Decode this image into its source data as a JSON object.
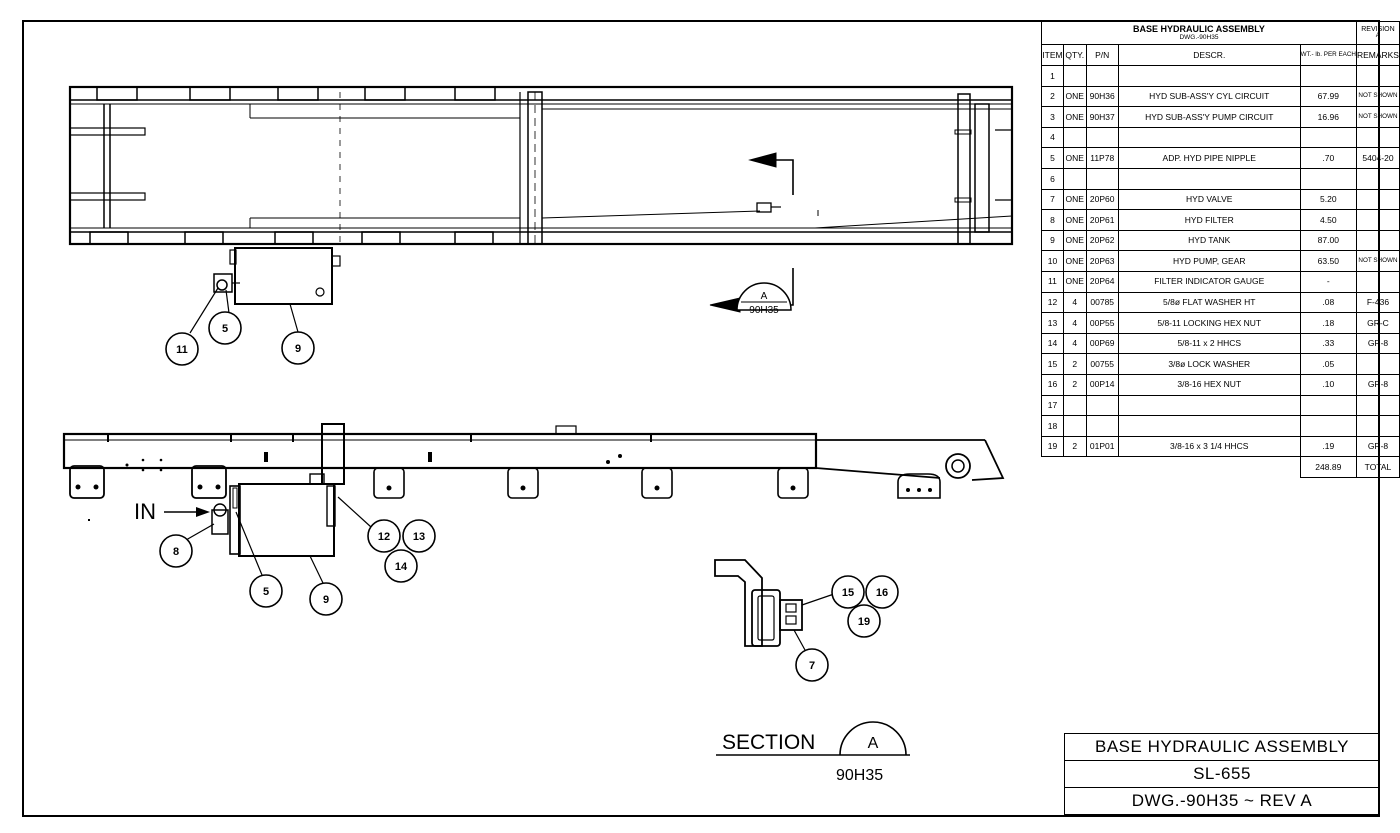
{
  "bom": {
    "title": "BASE HYDRAULIC ASSEMBLY",
    "drawing_ref": "DWG.-90H35",
    "revision_label": "REVISION",
    "revision_value": "A",
    "columns": [
      "ITEM",
      "QTY.",
      "P/N",
      "DESCR.",
      "WT.- lb. PER EACH",
      "REMARKS"
    ],
    "rows": [
      {
        "item": "1",
        "qty": "",
        "pn": "",
        "descr": "",
        "wt": "",
        "remarks": ""
      },
      {
        "item": "2",
        "qty": "ONE",
        "pn": "90H36",
        "descr": "HYD SUB-ASS'Y CYL CIRCUIT",
        "wt": "67.99",
        "remarks": "NOT SHOWN"
      },
      {
        "item": "3",
        "qty": "ONE",
        "pn": "90H37",
        "descr": "HYD SUB-ASS'Y PUMP CIRCUIT",
        "wt": "16.96",
        "remarks": "NOT SHOWN"
      },
      {
        "item": "4",
        "qty": "",
        "pn": "",
        "descr": "",
        "wt": "",
        "remarks": ""
      },
      {
        "item": "5",
        "qty": "ONE",
        "pn": "11P78",
        "descr": "ADP. HYD PIPE NIPPLE",
        "wt": ".70",
        "remarks": "5404-20"
      },
      {
        "item": "6",
        "qty": "",
        "pn": "",
        "descr": "",
        "wt": "",
        "remarks": ""
      },
      {
        "item": "7",
        "qty": "ONE",
        "pn": "20P60",
        "descr": "HYD VALVE",
        "wt": "5.20",
        "remarks": ""
      },
      {
        "item": "8",
        "qty": "ONE",
        "pn": "20P61",
        "descr": "HYD FILTER",
        "wt": "4.50",
        "remarks": ""
      },
      {
        "item": "9",
        "qty": "ONE",
        "pn": "20P62",
        "descr": "HYD TANK",
        "wt": "87.00",
        "remarks": ""
      },
      {
        "item": "10",
        "qty": "ONE",
        "pn": "20P63",
        "descr": "HYD PUMP, GEAR",
        "wt": "63.50",
        "remarks": "NOT SHOWN"
      },
      {
        "item": "11",
        "qty": "ONE",
        "pn": "20P64",
        "descr": "FILTER INDICATOR GAUGE",
        "wt": "-",
        "remarks": ""
      },
      {
        "item": "12",
        "qty": "4",
        "pn": "00785",
        "descr": "5/8ø FLAT WASHER HT",
        "wt": ".08",
        "remarks": "F-436"
      },
      {
        "item": "13",
        "qty": "4",
        "pn": "00P55",
        "descr": "5/8-11 LOCKING HEX NUT",
        "wt": ".18",
        "remarks": "GR-C"
      },
      {
        "item": "14",
        "qty": "4",
        "pn": "00P69",
        "descr": "5/8-11 x 2 HHCS",
        "wt": ".33",
        "remarks": "GR-8"
      },
      {
        "item": "15",
        "qty": "2",
        "pn": "00755",
        "descr": "3/8ø LOCK WASHER",
        "wt": ".05",
        "remarks": ""
      },
      {
        "item": "16",
        "qty": "2",
        "pn": "00P14",
        "descr": "3/8-16 HEX NUT",
        "wt": ".10",
        "remarks": "GR-8"
      },
      {
        "item": "17",
        "qty": "",
        "pn": "",
        "descr": "",
        "wt": "",
        "remarks": ""
      },
      {
        "item": "18",
        "qty": "",
        "pn": "",
        "descr": "",
        "wt": "",
        "remarks": ""
      },
      {
        "item": "19",
        "qty": "2",
        "pn": "01P01",
        "descr": "3/8-16 x 3 1/4 HHCS",
        "wt": ".19",
        "remarks": "GR-8"
      }
    ],
    "total_weight": "248.89",
    "total_label": "TOTAL"
  },
  "title_block": {
    "line1": "BASE HYDRAULIC ASSEMBLY",
    "line2": "SL-655",
    "line3": "DWG.-90H35 ~ REV A"
  },
  "section_label": {
    "word": "SECTION",
    "letter": "A",
    "ref": "90H35"
  },
  "callouts": {
    "top": [
      "11",
      "5",
      "9"
    ],
    "side": [
      "8",
      "5",
      "9",
      "12",
      "13",
      "14"
    ],
    "detail": [
      "15",
      "16",
      "19",
      "7"
    ],
    "section_marker_letter": "A",
    "section_marker_ref": "90H35"
  },
  "in_label": "IN"
}
